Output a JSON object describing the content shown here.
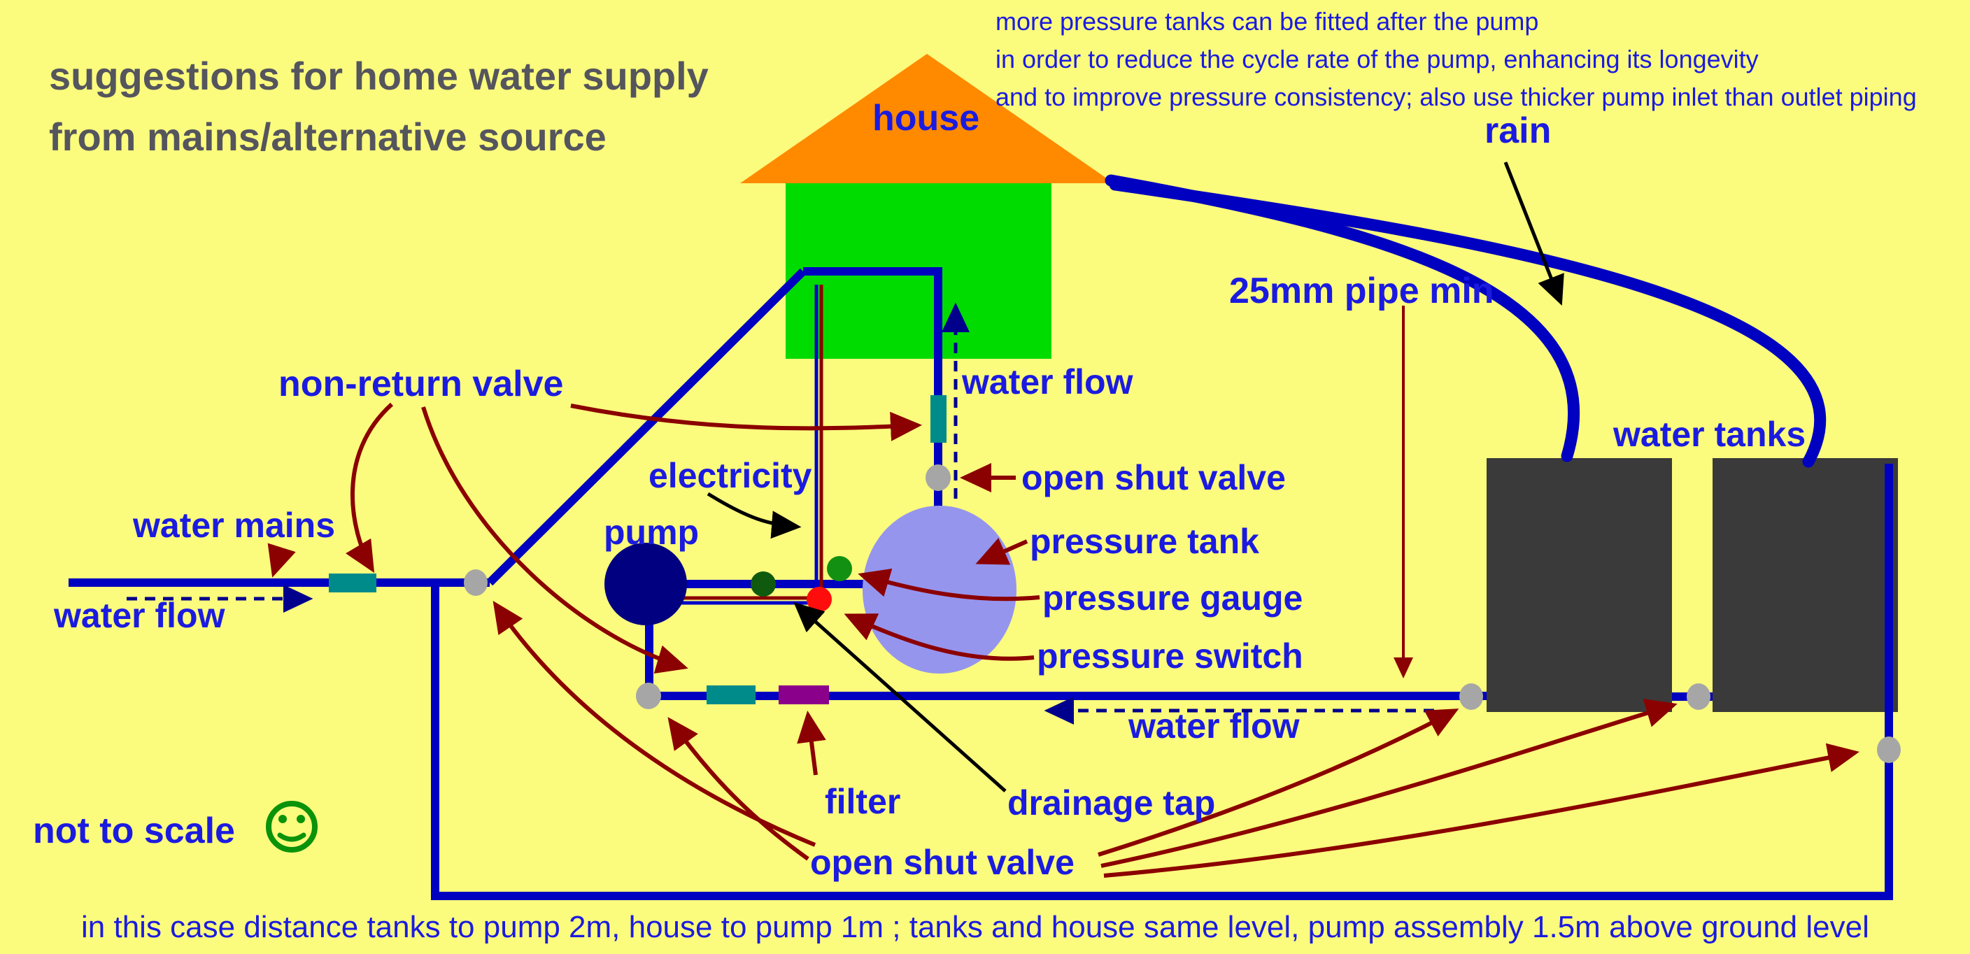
{
  "title": {
    "line1": "suggestions for home water supply",
    "line2": "from mains/alternative source"
  },
  "notes": {
    "top1": "more pressure tanks can be fitted after the pump",
    "top2": "in order to reduce the cycle rate of the pump, enhancing its longevity",
    "top3": "and to improve pressure consistency; also use thicker pump inlet than outlet piping",
    "bottom": "in this case distance tanks to pump 2m, house to pump 1m ; tanks and house same level, pump assembly 1.5m above ground level",
    "not_to_scale": "not to scale"
  },
  "labels": {
    "house": "house",
    "rain": "rain",
    "pipe_min": "25mm pipe min",
    "water_tanks": "water tanks",
    "non_return_valve": "non-return valve",
    "water_mains": "water mains",
    "electricity": "electricity",
    "pump": "pump",
    "water_flow_mains": "water flow",
    "water_flow_house": "water flow",
    "water_flow_suction": "water flow",
    "open_shut_valve_house": "open shut valve",
    "pressure_tank": "pressure tank",
    "pressure_gauge": "pressure gauge",
    "pressure_switch": "pressure switch",
    "filter": "filter",
    "drainage_tap": "drainage tap",
    "open_shut_valve_multi": "open shut valve"
  },
  "colors": {
    "background": "#fbfb7d",
    "pipe_blue": "#0000c0",
    "label_blue": "#1b1be0",
    "flow_navy": "#00008c",
    "annotation_dark_red": "#8b0000",
    "black": "#000000",
    "roof_orange": "#ff8a00",
    "house_green": "#00dc00",
    "tank_dark_gray": "#3a3a3a",
    "pressure_tank_periwinkle": "#9595ee",
    "pump_navy": "#000080",
    "valve_teal": "#008b8b",
    "filter_purple": "#8b008b",
    "open_shut_gray": "#a6a6a6",
    "gauge_green": "#129012",
    "drain_green": "#0f5a0f",
    "switch_red": "#ff0d0d",
    "smiley_green": "#0a930a",
    "title_gray": "#55555e"
  }
}
